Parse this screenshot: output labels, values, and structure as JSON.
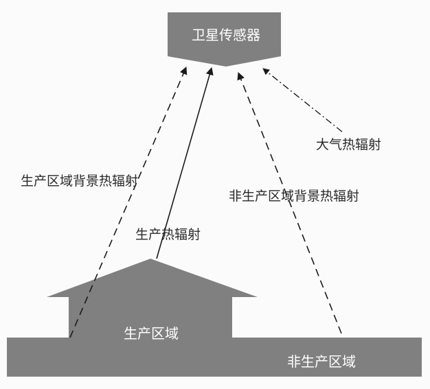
{
  "satellite": {
    "label": "卫星传感器"
  },
  "arrows": {
    "production_background": "生产区域背景热辐射",
    "production": "生产热辐射",
    "nonproduction_background": "非生产区域背景热辐射",
    "atmosphere": "大气热辐射"
  },
  "regions": {
    "production": "生产区域",
    "nonproduction": "非生产区域"
  },
  "colors": {
    "shape_fill": "#808080",
    "background": "#fbfbfb",
    "line": "#1a1a1a",
    "label_text": "#2a2a2a",
    "shape_text": "#ffffff"
  }
}
